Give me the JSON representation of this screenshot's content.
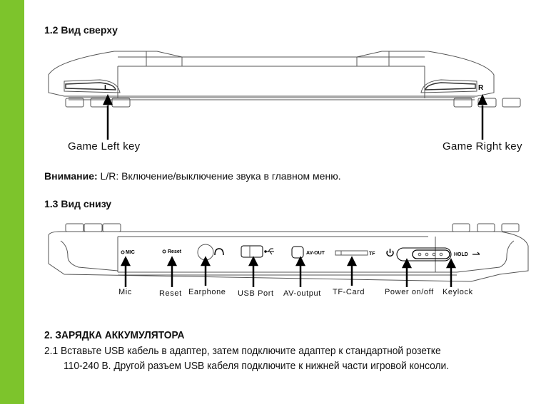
{
  "section_top": {
    "heading": "1.2 Вид сверху",
    "key_left_letter": "L",
    "key_right_letter": "R",
    "label_left": "Game Left key",
    "label_right": "Game Right key"
  },
  "note": {
    "bold": "Внимание:",
    "text": " L/R: Включение/выключение звука в главном меню."
  },
  "section_bottom": {
    "heading": "1.3 Вид снизу",
    "device_marks": {
      "mic": "MIC",
      "reset": "Reset",
      "av_out": "AV-OUT",
      "tf": "TF",
      "hold": "HOLD"
    },
    "callouts": [
      "Mic",
      "Reset",
      "Earphone",
      "USB Port",
      "AV-output",
      "TF-Card",
      "Power on/off",
      "Keylock"
    ]
  },
  "section_charge": {
    "heading": "2. ЗАРЯДКА АККУМУЛЯТОРА",
    "line1": "2.1 Вставьте USB кабель в адаптер, затем подключите адаптер к стандартной розетке",
    "line2": "110-240 В. Другой разъем USB кабеля подключите к нижней части игровой консоли."
  },
  "colors": {
    "accent": "#7dc42c"
  }
}
